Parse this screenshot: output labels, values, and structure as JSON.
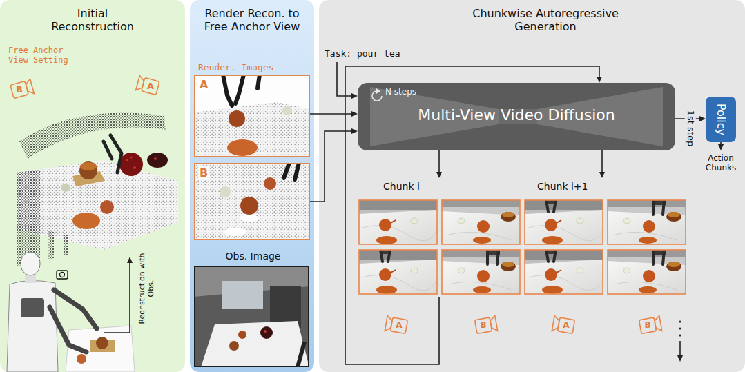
{
  "diagram": {
    "nodes": [
      {
        "text": [
          "Initial Reconstruction"
        ]
      },
      {
        "text": [
          "Render Recon. to Free Anchor View"
        ]
      },
      {
        "text": [
          "Chunkwise Autoregressive Generation"
        ]
      },
      {
        "text": [
          "A"
        ],
        "in": 1
      },
      {
        "text": [
          "B"
        ],
        "in": 1
      },
      {
        "text": [
          "Obs. Image"
        ],
        "in": 1
      },
      {
        "text": [
          "Multi-View Video Diffusion",
          "N steps"
        ],
        "in": 2
      },
      {
        "text": [
          "Policy"
        ],
        "in": 2
      },
      {
        "text": [
          "Chunk i"
        ],
        "in": 2
      },
      {
        "text": [
          "Chunk i+1"
        ],
        "in": 2
      }
    ],
    "edges": [
      {
        "from": 3,
        "to": 6,
        "arrow": "to"
      },
      {
        "from": 4,
        "to": 6,
        "arrow": "to"
      },
      {
        "from": 6,
        "to": 7,
        "label": "1st step",
        "arrow": "to"
      },
      {
        "from": 6,
        "to": 8,
        "arrow": "to"
      },
      {
        "from": 6,
        "to": 9,
        "arrow": "to"
      },
      {
        "from": 8,
        "to": 6,
        "arrow": "to"
      }
    ],
    "labels": [
      "Free Anchor View Setting",
      "B",
      "A",
      "Reonstruction with Obs.",
      "Render. Images",
      "Task: pour tea",
      "Action Chunks",
      "A",
      "B",
      "A",
      "B"
    ]
  }
}
